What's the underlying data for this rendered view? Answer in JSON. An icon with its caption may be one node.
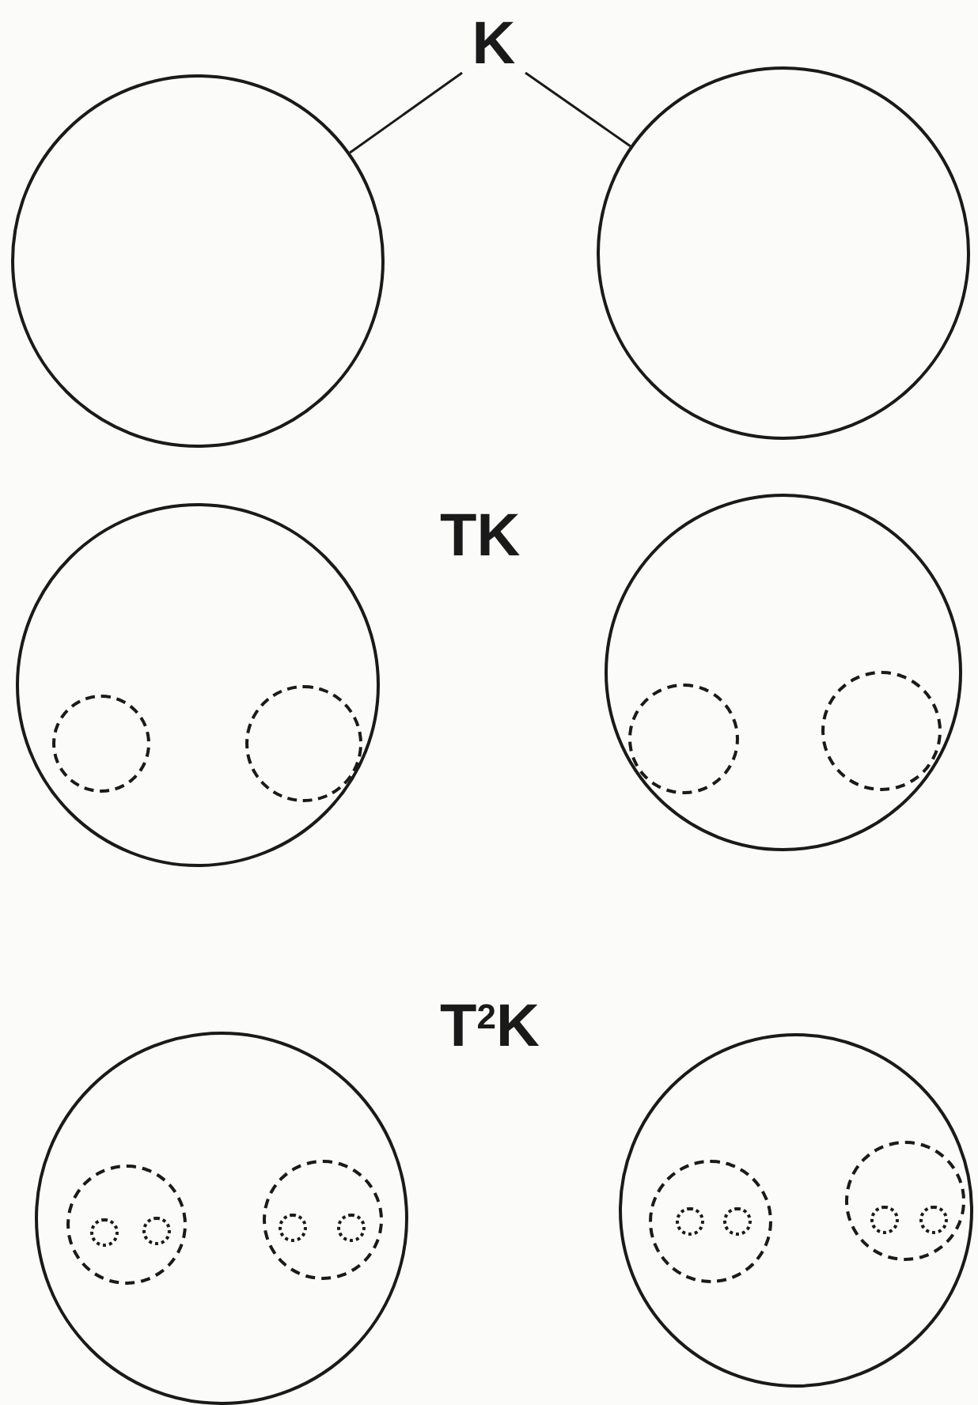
{
  "diagram": {
    "nodes": [
      {
        "text": [
          "K"
        ]
      },
      {
        "text": [],
        "shape": "circle"
      },
      {
        "text": [],
        "shape": "circle"
      },
      {
        "text": [],
        "shape": "circle"
      },
      {
        "text": [],
        "shape": "circle",
        "in": 3
      },
      {
        "text": [],
        "shape": "circle",
        "in": 3
      },
      {
        "text": [],
        "shape": "circle"
      },
      {
        "text": [],
        "shape": "circle",
        "in": 6
      },
      {
        "text": [],
        "shape": "circle",
        "in": 6
      },
      {
        "text": [],
        "shape": "circle"
      },
      {
        "text": [],
        "shape": "circle",
        "in": 9
      },
      {
        "text": [],
        "shape": "circle",
        "in": 10
      },
      {
        "text": [],
        "shape": "circle",
        "in": 10
      },
      {
        "text": [],
        "shape": "circle",
        "in": 9
      },
      {
        "text": [],
        "shape": "circle",
        "in": 13
      },
      {
        "text": [],
        "shape": "circle",
        "in": 13
      },
      {
        "text": [],
        "shape": "circle"
      },
      {
        "text": [],
        "shape": "circle",
        "in": 16
      },
      {
        "text": [],
        "shape": "circle",
        "in": 17
      },
      {
        "text": [],
        "shape": "circle",
        "in": 17
      },
      {
        "text": [],
        "shape": "circle",
        "in": 16
      },
      {
        "text": [],
        "shape": "circle",
        "in": 20
      },
      {
        "text": [],
        "shape": "circle",
        "in": 20
      }
    ],
    "edges": [
      {
        "from": 0,
        "to": 1,
        "arrow": "none"
      },
      {
        "from": 0,
        "to": 2,
        "arrow": "none"
      }
    ],
    "labels": [
      "TK",
      "T$^{2}$K"
    ]
  }
}
